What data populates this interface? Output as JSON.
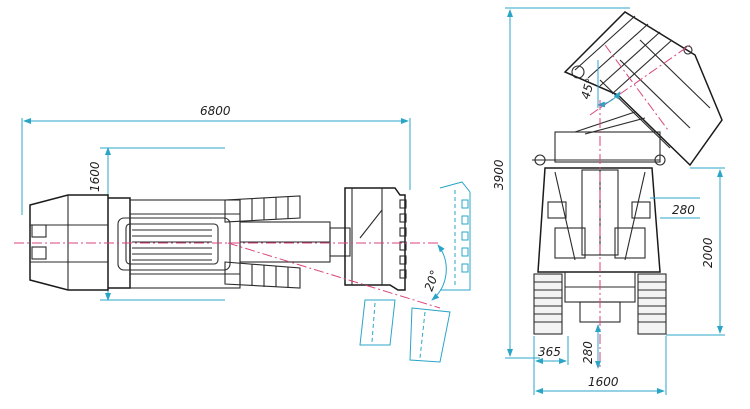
{
  "dimensions": {
    "overall_length": "6800",
    "side_width": "1600",
    "side_angle": "20°",
    "front_height": "3900",
    "tilt_angle": "45°",
    "offset_280_upper": "280",
    "height_2000": "2000",
    "track_365": "365",
    "ground_280": "280",
    "front_width": "1600"
  },
  "colors": {
    "outline": "#2a2a2a",
    "dimension": "#2aa5c8",
    "centerline": "#d9467e",
    "background": "#ffffff"
  }
}
